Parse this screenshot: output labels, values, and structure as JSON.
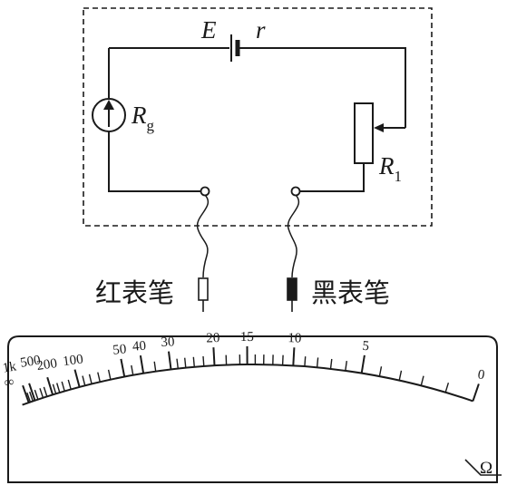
{
  "circuit": {
    "emf_label": "E",
    "internal_resistance_label": "r",
    "galvanometer_label": "R",
    "galvanometer_subscript": "g",
    "rheostat_label": "R",
    "rheostat_subscript": "1",
    "red_probe_label": "红表笔",
    "black_probe_label": "黑表笔"
  },
  "meter": {
    "unit_symbol": "Ω",
    "scale": [
      {
        "label": "∞",
        "value": "infinity"
      },
      {
        "label": "1k",
        "value": 1000
      },
      {
        "label": "500",
        "value": 500
      },
      {
        "label": "200",
        "value": 200
      },
      {
        "label": "100",
        "value": 100
      },
      {
        "label": "50",
        "value": 50
      },
      {
        "label": "40",
        "value": 40
      },
      {
        "label": "30",
        "value": 30
      },
      {
        "label": "20",
        "value": 20
      },
      {
        "label": "15",
        "value": 15
      },
      {
        "label": "10",
        "value": 10
      },
      {
        "label": "5",
        "value": 5
      },
      {
        "label": "0",
        "value": 0
      }
    ]
  }
}
